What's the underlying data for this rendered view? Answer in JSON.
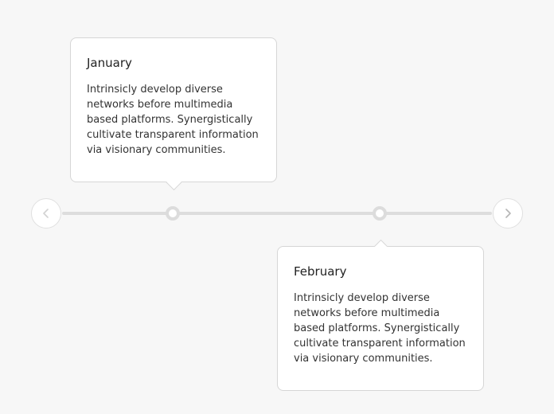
{
  "timeline": {
    "prev_icon": "chevron-left-icon",
    "next_icon": "chevron-right-icon",
    "events": [
      {
        "title": "January",
        "text": "Intrinsicly develop diverse networks before multimedia based platforms. Synergistically cultivate transparent information via visionary communities."
      },
      {
        "title": "February",
        "text": "Intrinsicly develop diverse networks before multimedia based platforms. Synergistically cultivate transparent information via visionary communities."
      }
    ]
  },
  "colors": {
    "background": "#f7f7f7",
    "track": "#dddddd",
    "card_border": "#d6d6d6",
    "marker_border": "#dcdcdc"
  }
}
